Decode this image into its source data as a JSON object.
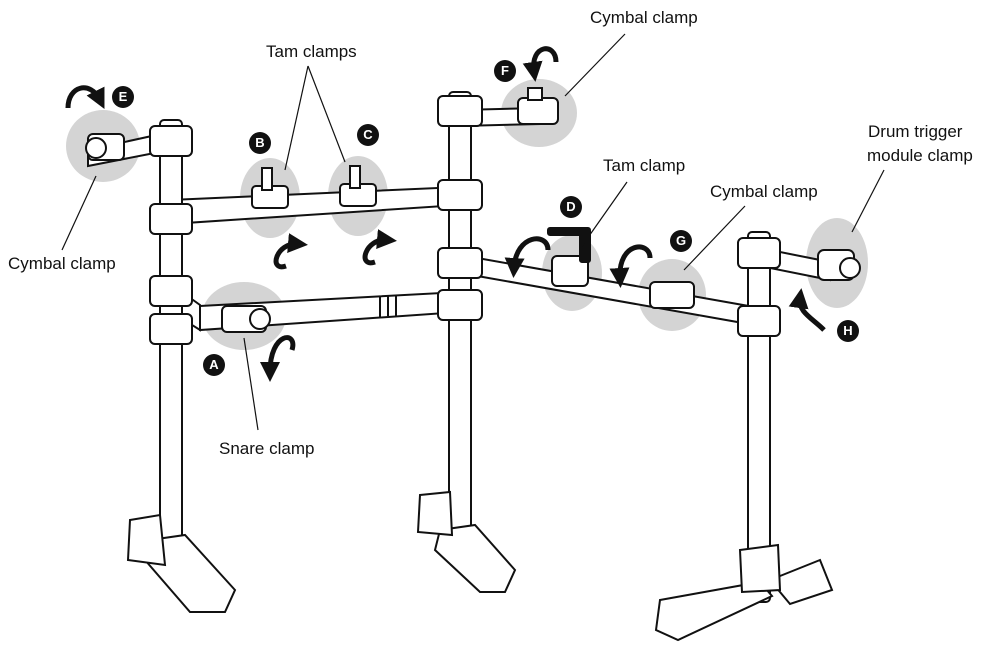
{
  "labels": {
    "tam_clamps": "Tam clamps",
    "cymbal_clamp_top": "Cymbal clamp",
    "cymbal_clamp_left": "Cymbal clamp",
    "tam_clamp": "Tam clamp",
    "cymbal_clamp_right": "Cymbal clamp",
    "drum_trigger_line1": "Drum trigger",
    "drum_trigger_line2": "module clamp",
    "snare_clamp": "Snare clamp"
  },
  "markers": {
    "a": "A",
    "b": "B",
    "c": "C",
    "d": "D",
    "e": "E",
    "f": "F",
    "g": "G",
    "h": "H"
  }
}
